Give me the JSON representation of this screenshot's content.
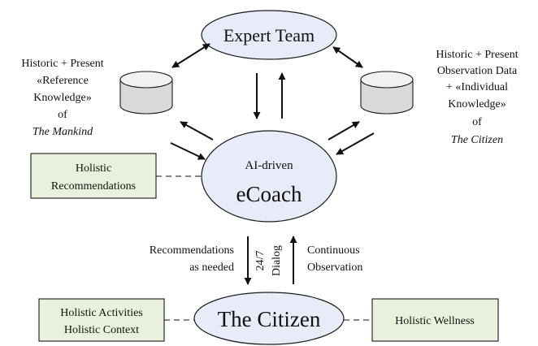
{
  "nodes": {
    "expert_team": "Expert Team",
    "ecoach_top": "AI-driven",
    "ecoach_main": "eCoach",
    "citizen": "The Citizen"
  },
  "boxes": {
    "holistic_recommendations": [
      "Holistic",
      "Recommendations"
    ],
    "holistic_activities": [
      "Holistic Activities",
      "Holistic Context"
    ],
    "holistic_wellness": "Holistic Wellness"
  },
  "left_db_label": {
    "line1": "Historic + Present",
    "line2": "«Reference",
    "line3": "Knowledge»",
    "line4": "of",
    "line5": "The Mankind"
  },
  "right_db_label": {
    "line1": "Historic + Present",
    "line2": "Observation Data",
    "line3": "+ «Individual",
    "line4": "Knowledge»",
    "line5": "of",
    "line6": "The Citizen"
  },
  "flow_labels": {
    "recommendations": [
      "Recommendations",
      "as needed"
    ],
    "rotated_247": "24/7",
    "rotated_dialog": "Dialog",
    "continuous": [
      "Continuous",
      "Observation"
    ]
  }
}
